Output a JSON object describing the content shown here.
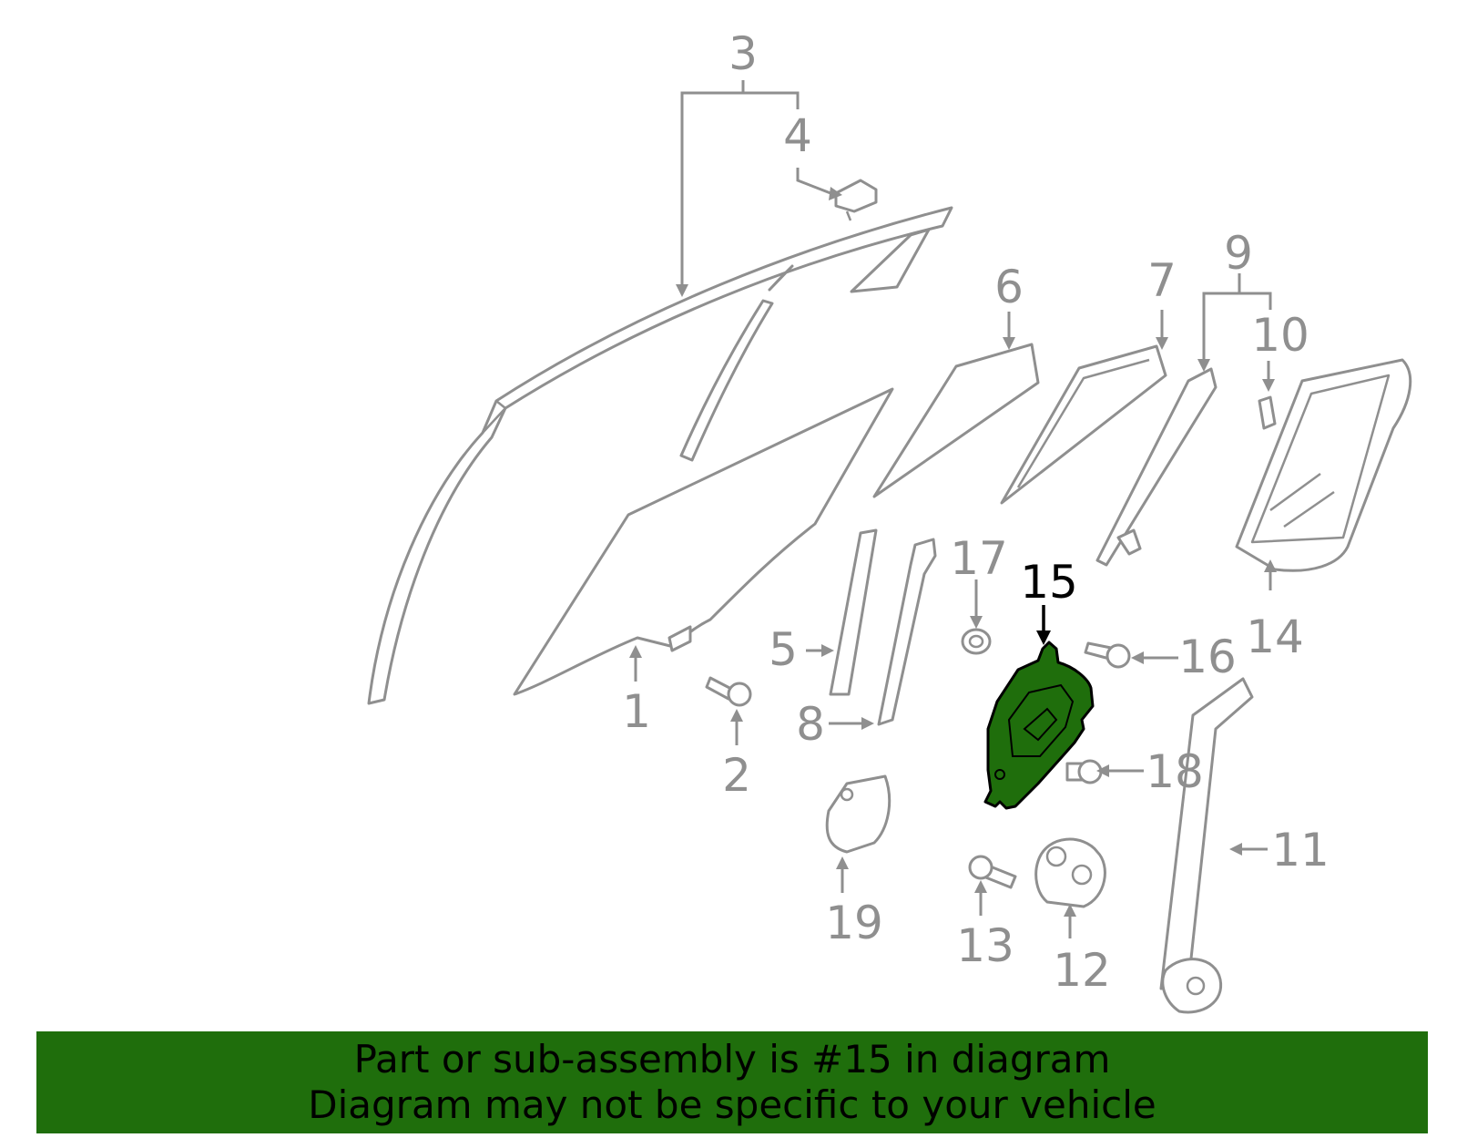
{
  "diagram": {
    "highlighted_part": "15",
    "callouts": [
      {
        "id": "1",
        "label": "1"
      },
      {
        "id": "2",
        "label": "2"
      },
      {
        "id": "3",
        "label": "3"
      },
      {
        "id": "4",
        "label": "4"
      },
      {
        "id": "5",
        "label": "5"
      },
      {
        "id": "6",
        "label": "6"
      },
      {
        "id": "7",
        "label": "7"
      },
      {
        "id": "8",
        "label": "8"
      },
      {
        "id": "9",
        "label": "9"
      },
      {
        "id": "10",
        "label": "10"
      },
      {
        "id": "11",
        "label": "11"
      },
      {
        "id": "12",
        "label": "12"
      },
      {
        "id": "13",
        "label": "13"
      },
      {
        "id": "14",
        "label": "14"
      },
      {
        "id": "15",
        "label": "15"
      },
      {
        "id": "16",
        "label": "16"
      },
      {
        "id": "17",
        "label": "17"
      },
      {
        "id": "18",
        "label": "18"
      },
      {
        "id": "19",
        "label": "19"
      }
    ],
    "colors": {
      "line_gray": "#8f8f8f",
      "highlight_fill": "#1f6e0c",
      "highlight_outline": "#000000"
    }
  },
  "banner": {
    "line1": "Part or sub-assembly is #15 in diagram",
    "line2": "Diagram may not be specific to your vehicle",
    "background": "#1f6e0c"
  }
}
